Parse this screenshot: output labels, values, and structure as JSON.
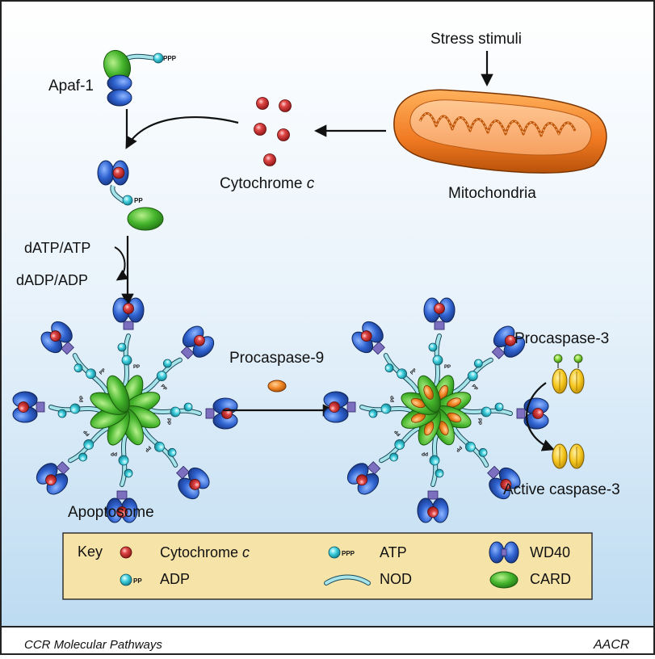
{
  "labels": {
    "stress": "Stress stimuli",
    "apaf": "Apaf-1",
    "cytochrome": "Cytochrome",
    "cytochrome_italic": "c",
    "mitochondria": "Mitochondria",
    "datp": "dATP/ATP",
    "dadp": "dADP/ADP",
    "procaspase9": "Procaspase-9",
    "procaspase3": "Procaspase-3",
    "apoptosome": "Apoptosome",
    "active_caspase3": "Active caspase-3",
    "ppp": "PPP",
    "pp": "PP"
  },
  "key": {
    "title": "Key",
    "cytochrome": "Cytochrome",
    "cytochrome_italic": "c",
    "atp": "ATP",
    "adp": "ADP",
    "nod": "NOD",
    "wd40": "WD40",
    "card": "CARD",
    "ppp": "PPP",
    "pp": "PP"
  },
  "footer": {
    "left": "CCR Molecular Pathways",
    "logo": "AACR"
  },
  "colors": {
    "background_top": "#ffffff",
    "background_bottom": "#bcdcf2",
    "key_box": "#f6e3a8",
    "cytochrome": "#d63a3a",
    "atp": "#34c4d4",
    "wd40": "#2a5fc4",
    "card": "#3fae2c",
    "nod": "#8fd8de",
    "procaspase9": "#f07a1c",
    "caspase3": "#f2c21a",
    "mitochondria": "#f07a22"
  }
}
